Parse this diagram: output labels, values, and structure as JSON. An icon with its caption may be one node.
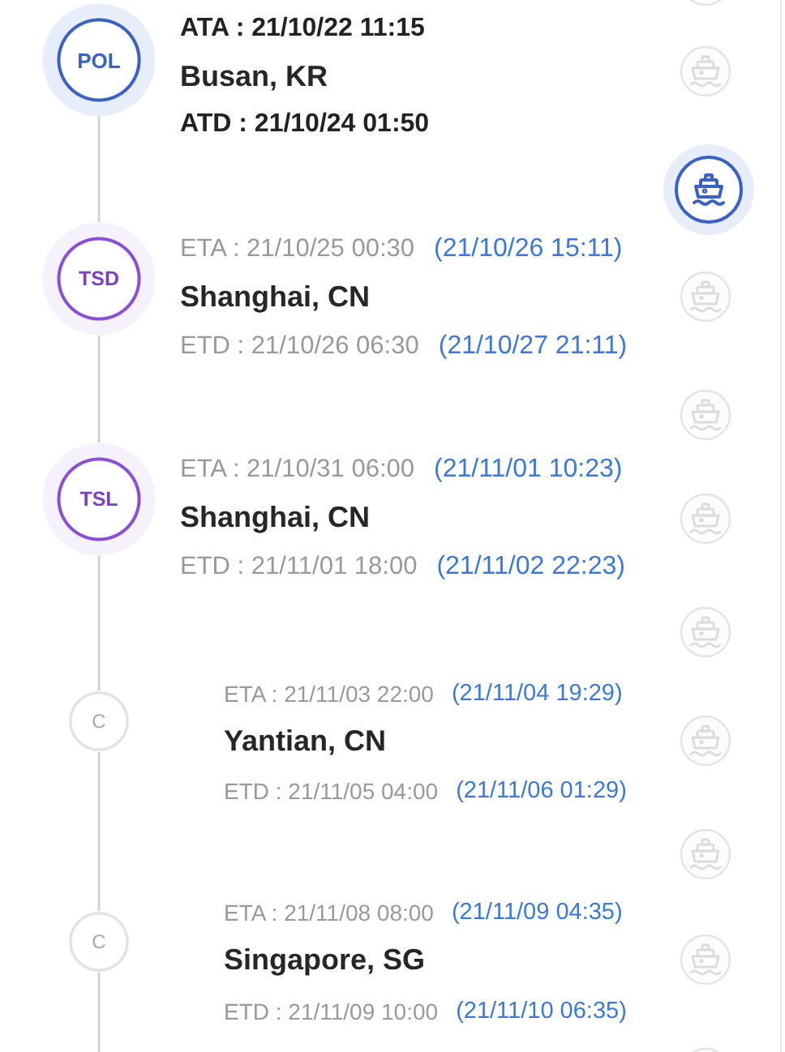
{
  "diagram": {
    "nodes": [
      {
        "text": [
          "POL"
        ],
        "beside": [
          "ATA : 21/10/22 11:15",
          "Busan, KR",
          "ATD : 21/10/24 01:50"
        ]
      },
      {
        "text": [
          "TSD"
        ],
        "beside": [
          "ETA : 21/10/25 00:30",
          "(21/10/26 15:11)",
          "Shanghai, CN",
          "ETD : 21/10/26 06:30",
          "(21/10/27 21:11)"
        ]
      },
      {
        "text": [
          "TSL"
        ],
        "beside": [
          "ETA : 21/10/31 06:00",
          "(21/11/01 10:23)",
          "Shanghai, CN",
          "ETD : 21/11/01 18:00",
          "(21/11/02 22:23)"
        ]
      },
      {
        "text": [
          "C"
        ],
        "beside": [
          "ETA : 21/11/03 22:00",
          "(21/11/04 19:29)",
          "Yantian, CN",
          "ETD : 21/11/05 04:00",
          "(21/11/06 01:29)"
        ]
      },
      {
        "text": [
          "C"
        ],
        "beside": [
          "ETA : 21/11/08 08:00",
          "(21/11/09 04:35)",
          "Singapore, SG",
          "ETD : 21/11/09 10:00",
          "(21/11/10 06:35)"
        ]
      }
    ],
    "edges": [
      {
        "from": 0,
        "to": 1,
        "arrow": "none"
      },
      {
        "from": 1,
        "to": 2,
        "arrow": "none"
      },
      {
        "from": 2,
        "to": 3,
        "arrow": "none"
      },
      {
        "from": 3,
        "to": 4,
        "arrow": "none"
      },
      {
        "from": 4,
        "to": null,
        "arrow": "none"
      }
    ]
  }
}
